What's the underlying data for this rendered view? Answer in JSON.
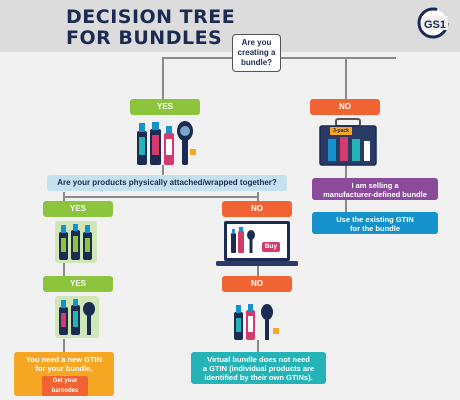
{
  "header": {
    "title_line1": "DECISION TREE",
    "title_line2": "FOR BUNDLES",
    "logo_text": "GS1"
  },
  "root_question": {
    "line1": "Are you",
    "line2": "creating a",
    "line3": "bundle?"
  },
  "branch1": {
    "yes_label": "YES",
    "no_label": "NO"
  },
  "no_branch": {
    "pack_label": "3-pack",
    "manufacturer_box": {
      "line1": "I am selling a",
      "line2": "manufacturer-defined bundle"
    },
    "existing_gtin_box": {
      "line1": "Use the existing GTIN",
      "line2": "for the bundle"
    }
  },
  "question2": "Are your products physically attached/wrapped together?",
  "branch2": {
    "yes_label": "YES",
    "no_label": "NO"
  },
  "branch3": {
    "yes_label": "YES",
    "no_label": "NO"
  },
  "buy_label": "Buy",
  "new_gtin_box": {
    "line1": "You need a new GTIN",
    "line2": "for your bundle,",
    "cta": "Get your barcodes"
  },
  "virtual_box": {
    "line1": "Virtual bundle does not need",
    "line2": "a GTIN (individual products are",
    "line3": "identified by their own GTINs)."
  },
  "colors": {
    "navy": "#1c2b52",
    "yes_green": "#8cc43e",
    "no_orange": "#f26334",
    "purple": "#8a4b9a",
    "blue": "#1592cc",
    "teal": "#24b3b6",
    "yellow": "#f5a623",
    "question_band": "#c6e0ef"
  }
}
